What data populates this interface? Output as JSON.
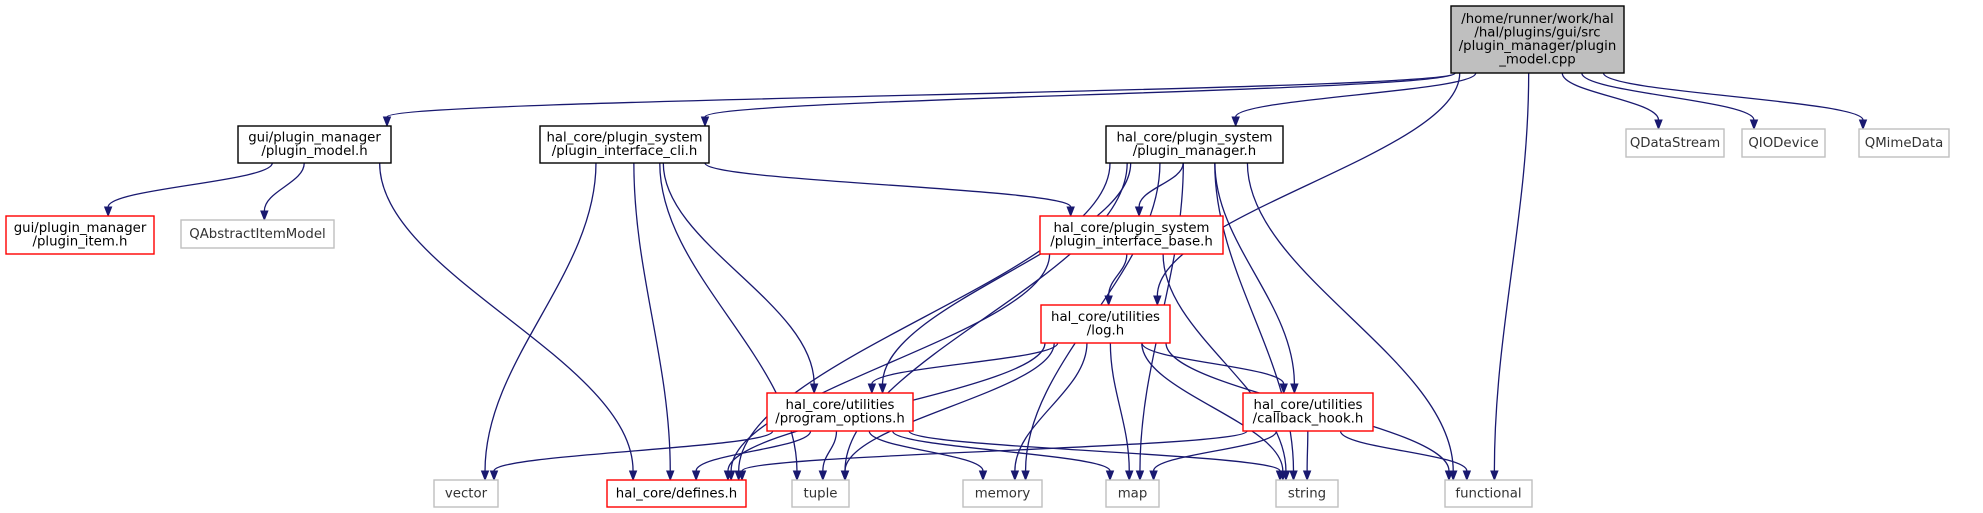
{
  "colors": {
    "edge": "#191970",
    "root_fill": "#bfbfbf",
    "red_border": "#ff0000",
    "gray_border": "#bfbfbf"
  },
  "nodes": [
    {
      "id": "root",
      "lines": [
        "/home/runner/work/hal",
        "/hal/plugins/gui/src",
        "/plugin_manager/plugin",
        "_model.cpp"
      ],
      "style": "root"
    },
    {
      "id": "plugin_model_h",
      "lines": [
        "gui/plugin_manager",
        "/plugin_model.h"
      ],
      "style": "black"
    },
    {
      "id": "plugin_interface_cli_h",
      "lines": [
        "hal_core/plugin_system",
        "/plugin_interface_cli.h"
      ],
      "style": "black"
    },
    {
      "id": "plugin_manager_h",
      "lines": [
        "hal_core/plugin_system",
        "/plugin_manager.h"
      ],
      "style": "black"
    },
    {
      "id": "qdatastream",
      "lines": [
        "QDataStream"
      ],
      "style": "gray"
    },
    {
      "id": "qiodevice",
      "lines": [
        "QIODevice"
      ],
      "style": "gray"
    },
    {
      "id": "qmimedata",
      "lines": [
        "QMimeData"
      ],
      "style": "gray"
    },
    {
      "id": "plugin_item_h",
      "lines": [
        "gui/plugin_manager",
        "/plugin_item.h"
      ],
      "style": "red"
    },
    {
      "id": "qabstractitemmodel",
      "lines": [
        "QAbstractItemModel"
      ],
      "style": "gray"
    },
    {
      "id": "plugin_interface_base_h",
      "lines": [
        "hal_core/plugin_system",
        "/plugin_interface_base.h"
      ],
      "style": "red"
    },
    {
      "id": "log_h",
      "lines": [
        "hal_core/utilities",
        "/log.h"
      ],
      "style": "red"
    },
    {
      "id": "program_options_h",
      "lines": [
        "hal_core/utilities",
        "/program_options.h"
      ],
      "style": "red"
    },
    {
      "id": "callback_hook_h",
      "lines": [
        "hal_core/utilities",
        "/callback_hook.h"
      ],
      "style": "red"
    },
    {
      "id": "vector",
      "lines": [
        "vector"
      ],
      "style": "gray"
    },
    {
      "id": "defines_h",
      "lines": [
        "hal_core/defines.h"
      ],
      "style": "red"
    },
    {
      "id": "tuple",
      "lines": [
        "tuple"
      ],
      "style": "gray"
    },
    {
      "id": "memory",
      "lines": [
        "memory"
      ],
      "style": "gray"
    },
    {
      "id": "map",
      "lines": [
        "map"
      ],
      "style": "gray"
    },
    {
      "id": "string",
      "lines": [
        "string"
      ],
      "style": "gray"
    },
    {
      "id": "functional",
      "lines": [
        "functional"
      ],
      "style": "gray"
    }
  ],
  "edges": [
    [
      "root",
      "plugin_model_h"
    ],
    [
      "root",
      "plugin_interface_cli_h"
    ],
    [
      "root",
      "plugin_manager_h"
    ],
    [
      "root",
      "log_h"
    ],
    [
      "root",
      "functional"
    ],
    [
      "root",
      "qdatastream"
    ],
    [
      "root",
      "qiodevice"
    ],
    [
      "root",
      "qmimedata"
    ],
    [
      "plugin_model_h",
      "plugin_item_h"
    ],
    [
      "plugin_model_h",
      "qabstractitemmodel"
    ],
    [
      "plugin_model_h",
      "defines_h"
    ],
    [
      "plugin_interface_cli_h",
      "plugin_interface_base_h"
    ],
    [
      "plugin_interface_cli_h",
      "program_options_h"
    ],
    [
      "plugin_interface_cli_h",
      "vector"
    ],
    [
      "plugin_interface_cli_h",
      "defines_h"
    ],
    [
      "plugin_interface_cli_h",
      "tuple"
    ],
    [
      "plugin_manager_h",
      "plugin_interface_base_h"
    ],
    [
      "plugin_manager_h",
      "defines_h"
    ],
    [
      "plugin_manager_h",
      "program_options_h"
    ],
    [
      "plugin_manager_h",
      "tuple"
    ],
    [
      "plugin_manager_h",
      "memory"
    ],
    [
      "plugin_manager_h",
      "map"
    ],
    [
      "plugin_manager_h",
      "callback_hook_h"
    ],
    [
      "plugin_manager_h",
      "string"
    ],
    [
      "plugin_manager_h",
      "functional"
    ],
    [
      "plugin_interface_base_h",
      "log_h"
    ],
    [
      "plugin_interface_base_h",
      "defines_h"
    ],
    [
      "plugin_interface_base_h",
      "string"
    ],
    [
      "log_h",
      "program_options_h"
    ],
    [
      "log_h",
      "callback_hook_h"
    ],
    [
      "log_h",
      "defines_h"
    ],
    [
      "log_h",
      "tuple"
    ],
    [
      "log_h",
      "memory"
    ],
    [
      "log_h",
      "map"
    ],
    [
      "log_h",
      "string"
    ],
    [
      "log_h",
      "functional"
    ],
    [
      "program_options_h",
      "vector"
    ],
    [
      "program_options_h",
      "defines_h"
    ],
    [
      "program_options_h",
      "tuple"
    ],
    [
      "program_options_h",
      "memory"
    ],
    [
      "program_options_h",
      "map"
    ],
    [
      "program_options_h",
      "string"
    ],
    [
      "callback_hook_h",
      "defines_h"
    ],
    [
      "callback_hook_h",
      "map"
    ],
    [
      "callback_hook_h",
      "string"
    ],
    [
      "callback_hook_h",
      "functional"
    ]
  ]
}
